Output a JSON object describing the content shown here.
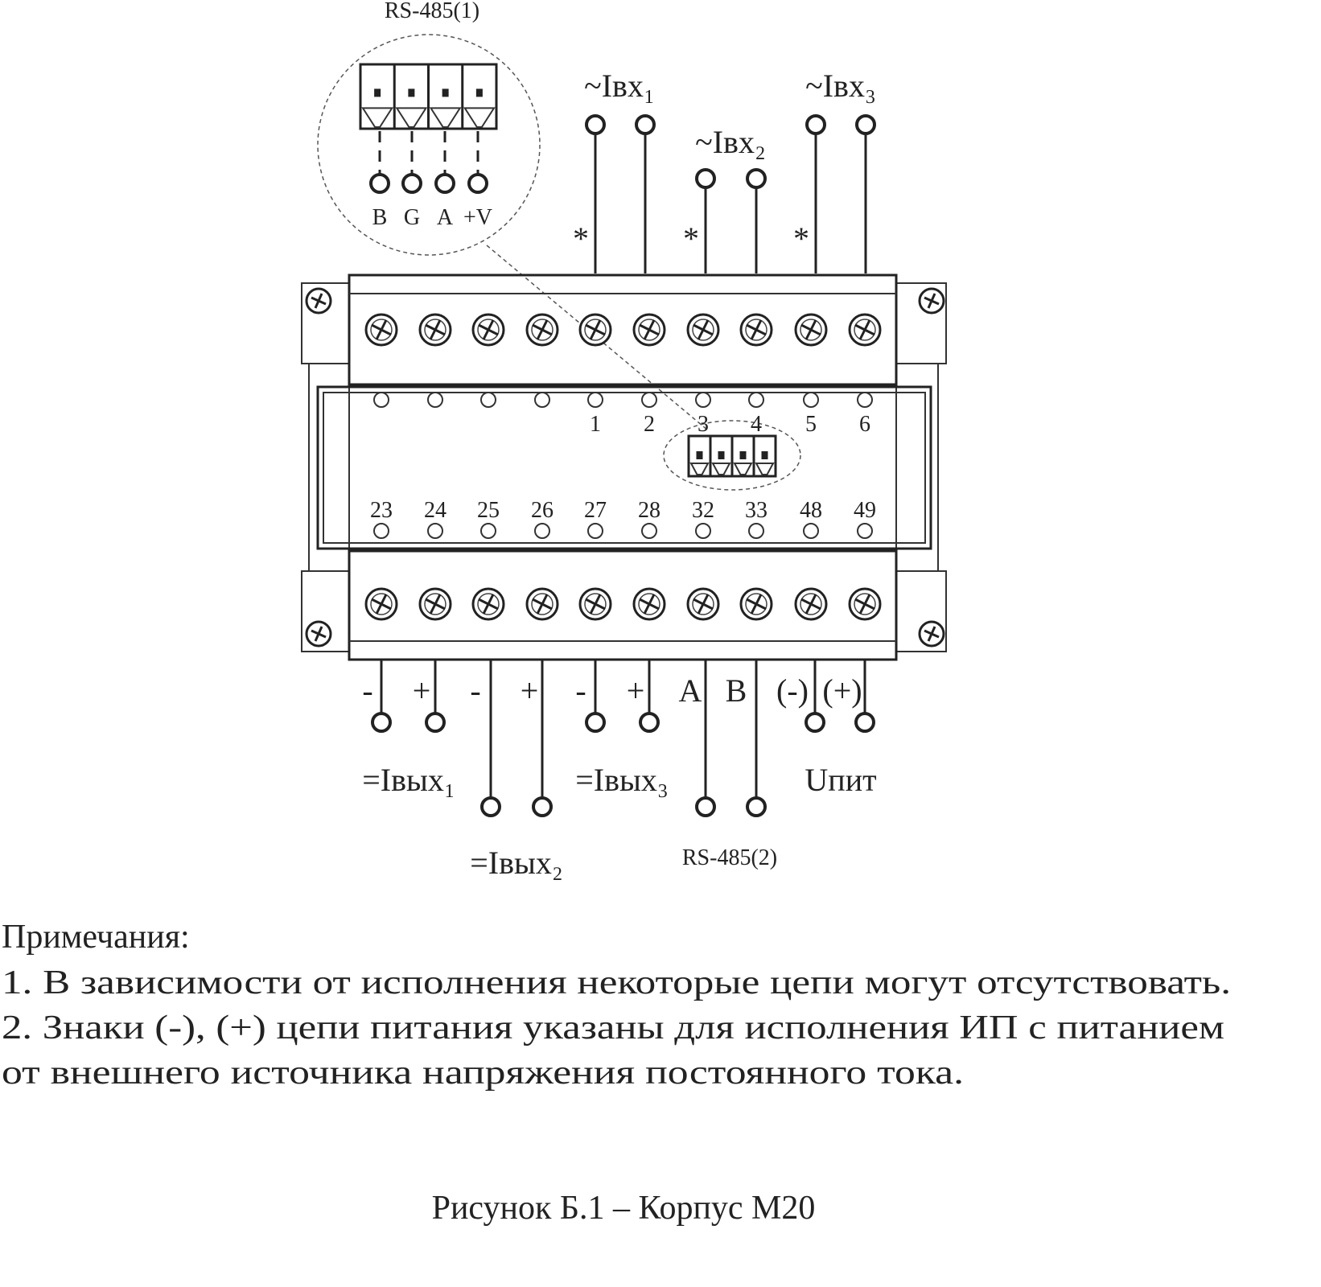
{
  "top": {
    "rs485_1": "RS-485(1)",
    "rs485_pins": [
      "B",
      "G",
      "A",
      "+V"
    ],
    "inputs": [
      "~Iвх₁",
      "~Iвх₂",
      "~Iвх₃"
    ],
    "asterisk": "*"
  },
  "terminals": {
    "top_numbers": [
      "1",
      "2",
      "3",
      "4",
      "5",
      "6"
    ],
    "bottom_numbers": [
      "23",
      "24",
      "25",
      "26",
      "27",
      "28",
      "32",
      "33",
      "48",
      "49"
    ]
  },
  "bottom": {
    "signs": [
      "-",
      "+",
      "-",
      "+",
      "-",
      "+",
      "A",
      "B",
      "(-)",
      "(+)"
    ],
    "out1": "=Iвых₁",
    "out2": "=Iвых₂",
    "out3": "=Iвых₃",
    "power": "Uпит",
    "rs485_2": "RS-485(2)"
  },
  "notes": {
    "title": "Примечания:",
    "line1": "1. В зависимости от исполнения некоторые цепи могут отсутствовать.",
    "line2": "2. Знаки (-), (+) цепи питания указаны для исполнения ИП с питанием",
    "line3": "от внешнего источника напряжения постоянного тока."
  },
  "caption": "Рисунок Б.1 – Корпус М20"
}
